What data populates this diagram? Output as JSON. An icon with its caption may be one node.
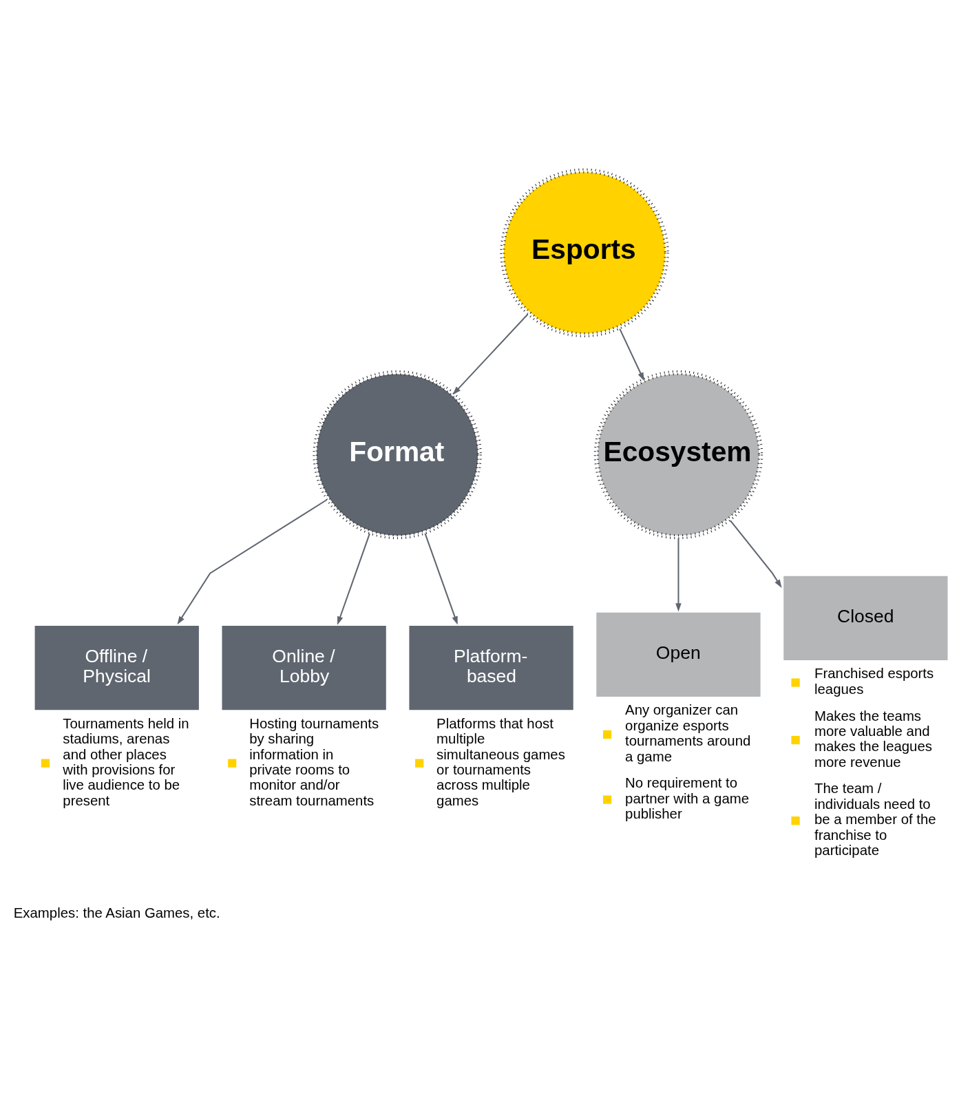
{
  "diagram": {
    "nodes": [
      {
        "text": [
          "Esports"
        ]
      },
      {
        "text": [
          "Format"
        ]
      },
      {
        "text": [
          "Ecosystem"
        ]
      },
      {
        "text": [
          "Offline / Physical",
          "Tournaments held in stadiums, arenas and other places with provisions for live audience to be present"
        ]
      },
      {
        "text": [
          "Online / Lobby",
          "Hosting tournaments by sharing information in private rooms to monitor and/or stream tournaments"
        ]
      },
      {
        "text": [
          "Platform-based",
          "Platforms that host multiple simultaneous games or tournaments across multiple games"
        ]
      },
      {
        "text": [
          "Open",
          "Any organizer can organize esports tournaments around a game",
          "No requirement to partner with a game publisher"
        ]
      },
      {
        "text": [
          "Closed",
          "Franchised esports leagues",
          "Makes the teams more valuable and makes the leagues more revenue",
          "The team / individuals need to be a member of the franchise to participate"
        ]
      }
    ],
    "edges": [
      {
        "from": 0,
        "to": 1,
        "arrow": "to"
      },
      {
        "from": 0,
        "to": 2,
        "arrow": "to"
      },
      {
        "from": 1,
        "to": 3,
        "arrow": "to"
      },
      {
        "from": 1,
        "to": 4,
        "arrow": "to"
      },
      {
        "from": 1,
        "to": 5,
        "arrow": "to"
      },
      {
        "from": 2,
        "to": 6,
        "arrow": "to"
      },
      {
        "from": 2,
        "to": 7,
        "arrow": "to"
      }
    ],
    "labels": [
      "Examples: the Asian Games, etc."
    ]
  }
}
